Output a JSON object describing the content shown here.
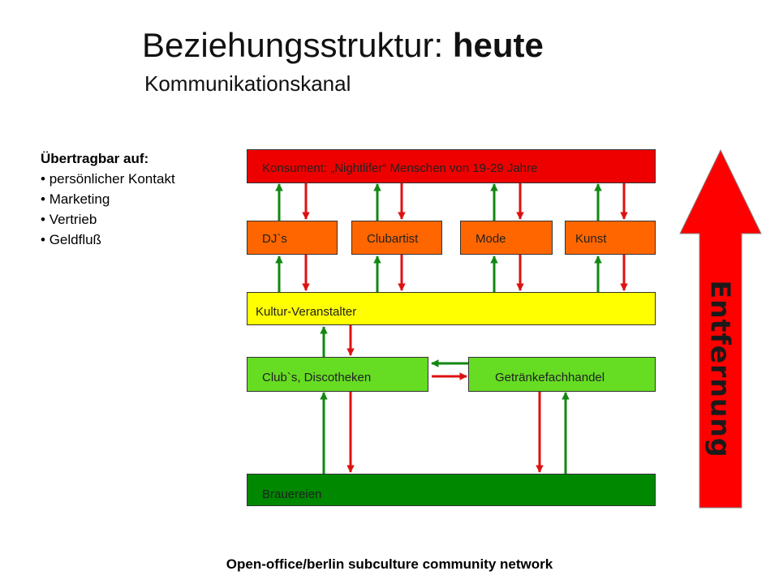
{
  "title": {
    "main": "Beziehungsstruktur: ",
    "bold": "heute"
  },
  "subtitle": "Kommunikationskanal",
  "sidebar": {
    "heading": "Übertragbar auf:",
    "items": [
      "persönlicher Kontakt",
      "Marketing",
      "Vertrieb",
      "Geldfluß"
    ]
  },
  "nodes": {
    "konsument": "Konsument: „Nightlifer“ Menschen von 19-29 Jahre",
    "djs": "DJ`s",
    "clubartist": "Clubartist",
    "mode": "Mode",
    "kunst": "Kunst",
    "kultur": "Kultur-Veranstalter",
    "clubs": "Club`s, Discotheken",
    "getraenke": "Getränkefachhandel",
    "brauereien": "Brauereien"
  },
  "distance_label": "Entfernung",
  "footer": "Open-office/berlin subculture community network",
  "colors": {
    "konsument": "#ee0000",
    "orange": "#ff6600",
    "yellow": "#ffff00",
    "lightgreen": "#66dd22",
    "darkgreen": "#008800",
    "arrow_green": "#118811",
    "arrow_red": "#dd1111"
  }
}
